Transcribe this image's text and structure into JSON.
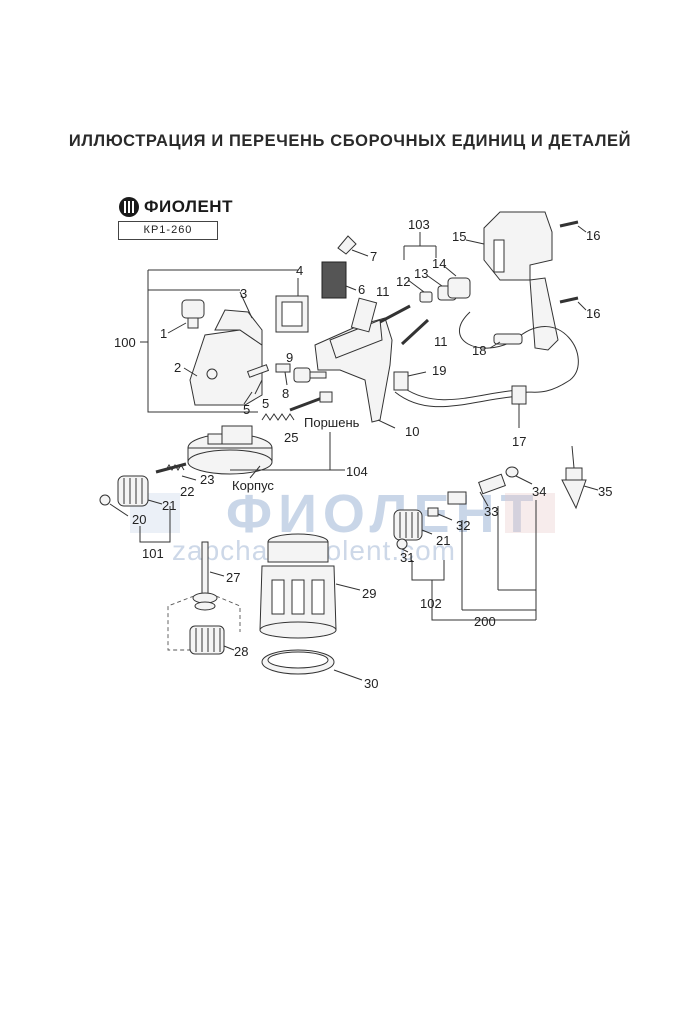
{
  "title": "ИЛЛЮСТРАЦИЯ И ПЕРЕЧЕНЬ СБОРОЧНЫХ ЕДИНИЦ И ДЕТАЛЕЙ",
  "brand": {
    "name": "ФИОЛЕНТ",
    "model": "КР1-260"
  },
  "watermark": {
    "logo": "ФИОЛЕНТ",
    "site": "zapchasti-fiolent.com"
  },
  "labels": {
    "piston": "Поршень",
    "body": "Корпус"
  },
  "parts": [
    "1",
    "2",
    "3",
    "4",
    "5",
    "5",
    "6",
    "7",
    "8",
    "9",
    "10",
    "11",
    "11",
    "12",
    "13",
    "14",
    "15",
    "16",
    "16",
    "17",
    "18",
    "19",
    "20",
    "21",
    "21",
    "22",
    "23",
    "25",
    "27",
    "28",
    "29",
    "30",
    "31",
    "32",
    "33",
    "34",
    "35",
    "100",
    "101",
    "102",
    "103",
    "104",
    "200"
  ],
  "colors": {
    "line": "#333333",
    "watermark": "#c9d6e8",
    "accent": "#d64545"
  }
}
